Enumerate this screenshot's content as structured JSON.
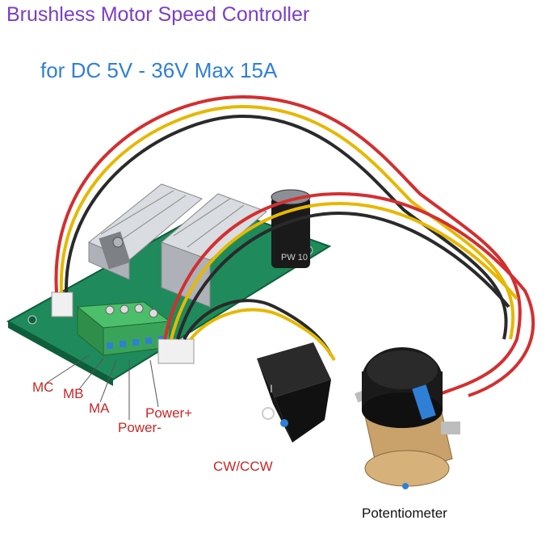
{
  "title": "Brushless Motor Speed Controller",
  "subtitle": "for DC 5V - 36V Max 15A",
  "capacitor_marking": "PW 10",
  "labels": {
    "mc": "MC",
    "mb": "MB",
    "ma": "MA",
    "power_plus": "Power+",
    "power_minus": "Power-",
    "cw_ccw": "CW/CCW",
    "potentiometer": "Potentiometer"
  },
  "colors": {
    "title": "#7b3fc4",
    "subtitle": "#2f7fd6",
    "labels": "#c62828",
    "pcb": "#1f8a5b",
    "terminal": "#3aa35a",
    "heatsink": "#c9ccd1",
    "wire_red": "#d32f2f",
    "wire_yellow": "#e6b800",
    "wire_black": "#2a2a2a",
    "knob": "#1a1a1a",
    "knob_indicator": "#2f7fd6"
  }
}
